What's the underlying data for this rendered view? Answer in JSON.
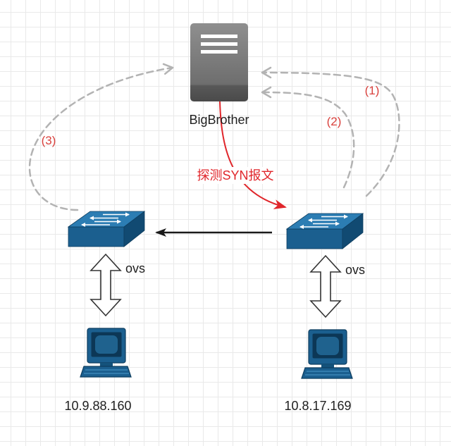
{
  "diagram": {
    "server": {
      "icon": "server-icon",
      "label": "BigBrother"
    },
    "probe_edge": {
      "label": "探测SYN报文"
    },
    "return_paths": [
      {
        "label": "(1)"
      },
      {
        "label": "(2)"
      },
      {
        "label": "(3)"
      }
    ],
    "left_node": {
      "switch_icon": "switch-icon",
      "switch_label": "ovs",
      "link_icon": "double-arrow-icon",
      "host_icon": "computer-icon",
      "ip": "10.9.88.160"
    },
    "right_node": {
      "switch_icon": "switch-icon",
      "switch_label": "ovs",
      "link_icon": "double-arrow-icon",
      "host_icon": "computer-icon",
      "ip": "10.8.17.169"
    }
  },
  "colors": {
    "probe_edge": "#e0262b",
    "return_path": "#b3b3b3",
    "path_label": "#d9413d",
    "lateral_edge": "#1a1a1a",
    "device_blue": "#1b5f8f",
    "text": "#1f1f1f"
  }
}
